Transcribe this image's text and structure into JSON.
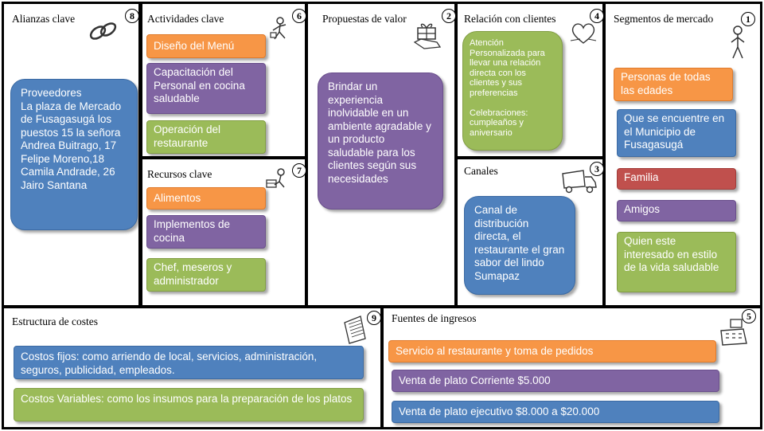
{
  "colors": {
    "orange": "#f79646",
    "purple": "#8064a2",
    "green": "#9bbb59",
    "blue": "#4f81bd",
    "red": "#c0504d"
  },
  "sections": {
    "alianzas": {
      "title": "Alianzas clave",
      "number": "8",
      "icon": "linked-rings-icon",
      "notes": [
        "Proveedores\nLa plaza de Mercado de Fusagasugá los puestos 15 la señora Andrea Buitrago, 17 Felipe Moreno,18 Camila Andrade,  26 Jairo Santana"
      ]
    },
    "actividades": {
      "title": "Actividades clave",
      "number": "6",
      "icon": "worker-icon",
      "notes": [
        "Diseño del Menú",
        "Capacitación del Personal en cocina saludable",
        "Operación del restaurante"
      ]
    },
    "recursos": {
      "title": "Recursos clave",
      "number": "7",
      "icon": "resources-icon",
      "notes": [
        "Alimentos",
        "Implementos de cocina",
        "Chef, meseros y administrador"
      ]
    },
    "propuestas": {
      "title": "Propuestas de valor",
      "number": "2",
      "icon": "gift-icon",
      "notes": [
        "Brindar un experiencia inolvidable en un ambiente agradable y un producto saludable para los clientes según sus necesidades"
      ]
    },
    "relacion": {
      "title": "Relación con clientes",
      "number": "4",
      "icon": "heart-icon",
      "notes": [
        "Atención Personalizada para llevar una relación directa con los clientes y sus preferencias\n\nCelebraciones: cumpleaños y aniversario"
      ]
    },
    "canales": {
      "title": "Canales",
      "number": "3",
      "icon": "truck-icon",
      "notes": [
        "Canal de distribución directa, el restaurante el gran sabor del lindo Sumapaz"
      ]
    },
    "segmentos": {
      "title": "Segmentos de mercado",
      "number": "1",
      "icon": "person-icon",
      "notes": [
        "Personas de todas las edades",
        "Que se encuentre en el Municipio de Fusagasugá",
        "Familia",
        "Amigos",
        "Quien este interesado en estilo de la vida saludable"
      ]
    },
    "costes": {
      "title": "Estructura de costes",
      "number": "9",
      "icon": "receipt-icon",
      "notes": [
        "Costos fijos: como arriendo de local, servicios, administración, seguros, publicidad, empleados.",
        "Costos Variables: como los insumos para la preparación de los platos"
      ]
    },
    "ingresos": {
      "title": "Fuentes de ingresos",
      "number": "5",
      "icon": "cash-register-icon",
      "notes": [
        "Servicio al restaurante y toma de pedidos",
        "Venta de plato Corriente $5.000",
        "Venta de plato ejecutivo $8.000 a $20.000"
      ]
    }
  }
}
